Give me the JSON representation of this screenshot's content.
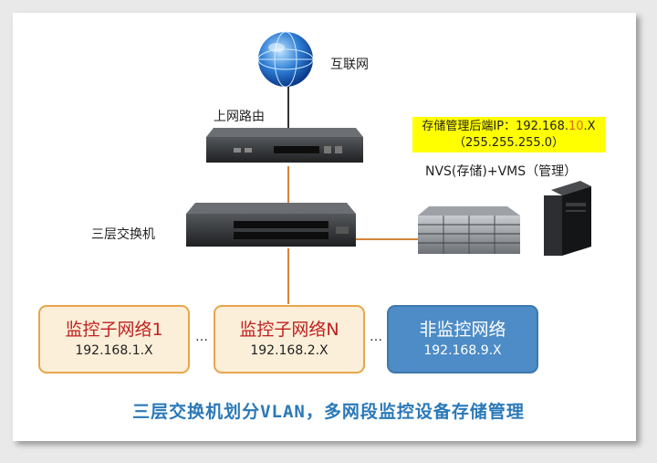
{
  "labels": {
    "internet": "互联网",
    "router": "上网路由",
    "switch": "三层交换机",
    "server": "NVS(存储)+VMS（管理）"
  },
  "ip_box": {
    "line1_prefix": "存储管理后端IP：192.168.",
    "line1_highlight": "10",
    "line1_suffix": ".X",
    "line2": "（255.255.255.0）"
  },
  "networks": [
    {
      "title": "监控子网络1",
      "ip": "192.168.1.X"
    },
    {
      "title": "监控子网络N",
      "ip": "192.168.2.X"
    },
    {
      "title": "非监控网络",
      "ip": "192.168.9.X"
    }
  ],
  "ellipsis": "…",
  "caption": "三层交换机划分VLAN，多网段监控设备存储管理",
  "colors": {
    "link": "#d3843a",
    "monitor_fill": "#fbefd9",
    "monitor_border": "#e8a54c",
    "non_monitor_fill": "#4d8cc6",
    "ip_box": "#ffff00",
    "caption": "#2a78b8"
  },
  "icons": [
    "globe-icon",
    "router-icon",
    "switch-icon",
    "rack-server-icon",
    "tower-server-icon"
  ]
}
